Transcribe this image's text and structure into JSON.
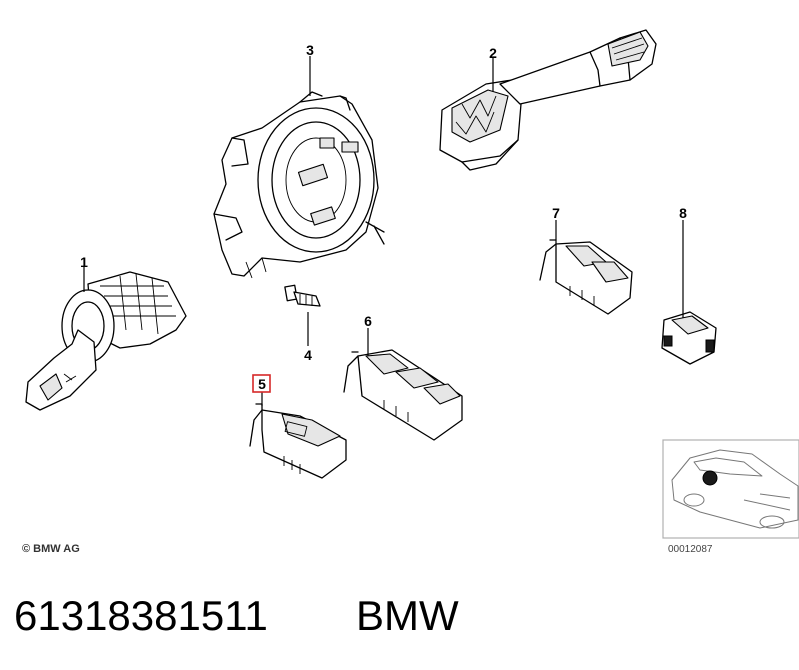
{
  "diagram": {
    "callouts": [
      {
        "id": "1",
        "label": "1"
      },
      {
        "id": "2",
        "label": "2"
      },
      {
        "id": "3",
        "label": "3"
      },
      {
        "id": "4",
        "label": "4"
      },
      {
        "id": "5",
        "label": "5",
        "highlighted": true
      },
      {
        "id": "6",
        "label": "6"
      },
      {
        "id": "7",
        "label": "7"
      },
      {
        "id": "8",
        "label": "8"
      }
    ],
    "copyright": "© BMW AG",
    "reference_code": "00012087",
    "highlight_color": "#d62828"
  },
  "footer": {
    "part_number": "61318381511",
    "brand": "BMW"
  }
}
